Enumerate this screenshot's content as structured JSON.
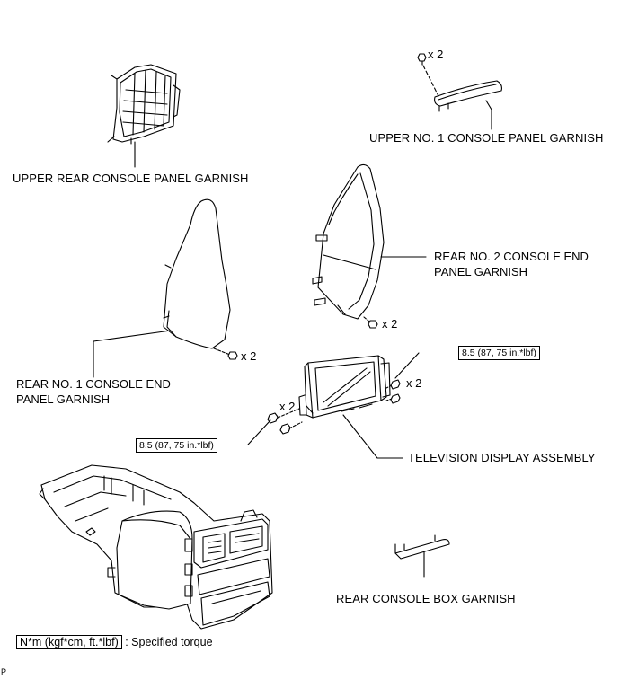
{
  "labels": {
    "upper_rear_console_panel_garnish": "UPPER REAR CONSOLE PANEL GARNISH",
    "upper_no1_console_panel_garnish": "UPPER NO. 1 CONSOLE PANEL GARNISH",
    "rear_no2_console_end_panel_garnish": [
      "REAR NO. 2 CONSOLE END",
      "PANEL GARNISH"
    ],
    "rear_no1_console_end_panel_garnish": [
      "REAR NO. 1 CONSOLE END",
      "PANEL GARNISH"
    ],
    "television_display_assembly": "TELEVISION DISPLAY ASSEMBLY",
    "rear_console_box_garnish": "REAR CONSOLE BOX GARNISH"
  },
  "quantities": {
    "upper_no1_screws": "x 2",
    "rear_no2_screws": "x 2",
    "rear_no1_screws": "x 2",
    "tv_right_bolts": "x 2",
    "tv_left_bolts": "x 2"
  },
  "torques": {
    "tv_right": "8.5 (87, 75 in.*lbf)",
    "tv_left": "8.5 (87, 75 in.*lbf)"
  },
  "legend": {
    "unit": "N*m (kgf*cm, ft.*lbf)",
    "description": ": Specified torque"
  },
  "corner_mark": "P"
}
